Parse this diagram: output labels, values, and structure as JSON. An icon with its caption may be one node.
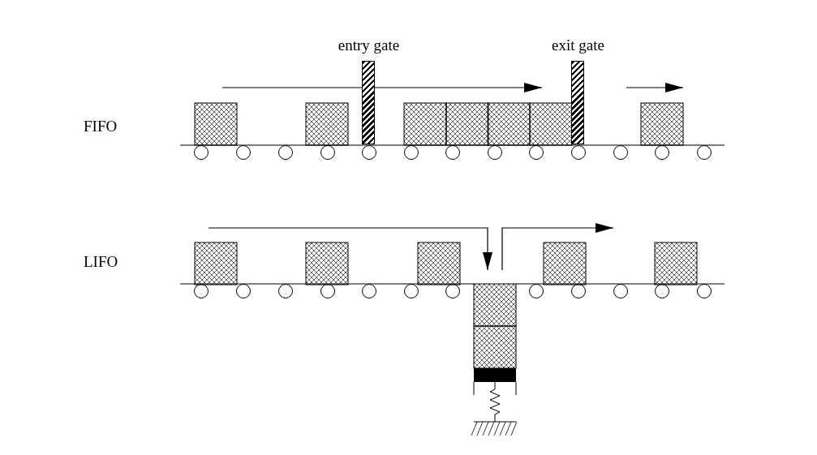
{
  "diagram": {
    "nodes": [
      {
        "text": [
          "entry gate"
        ]
      },
      {
        "text": [
          "exit gate"
        ]
      }
    ],
    "labels": [
      "FIFO",
      "LIFO"
    ]
  }
}
